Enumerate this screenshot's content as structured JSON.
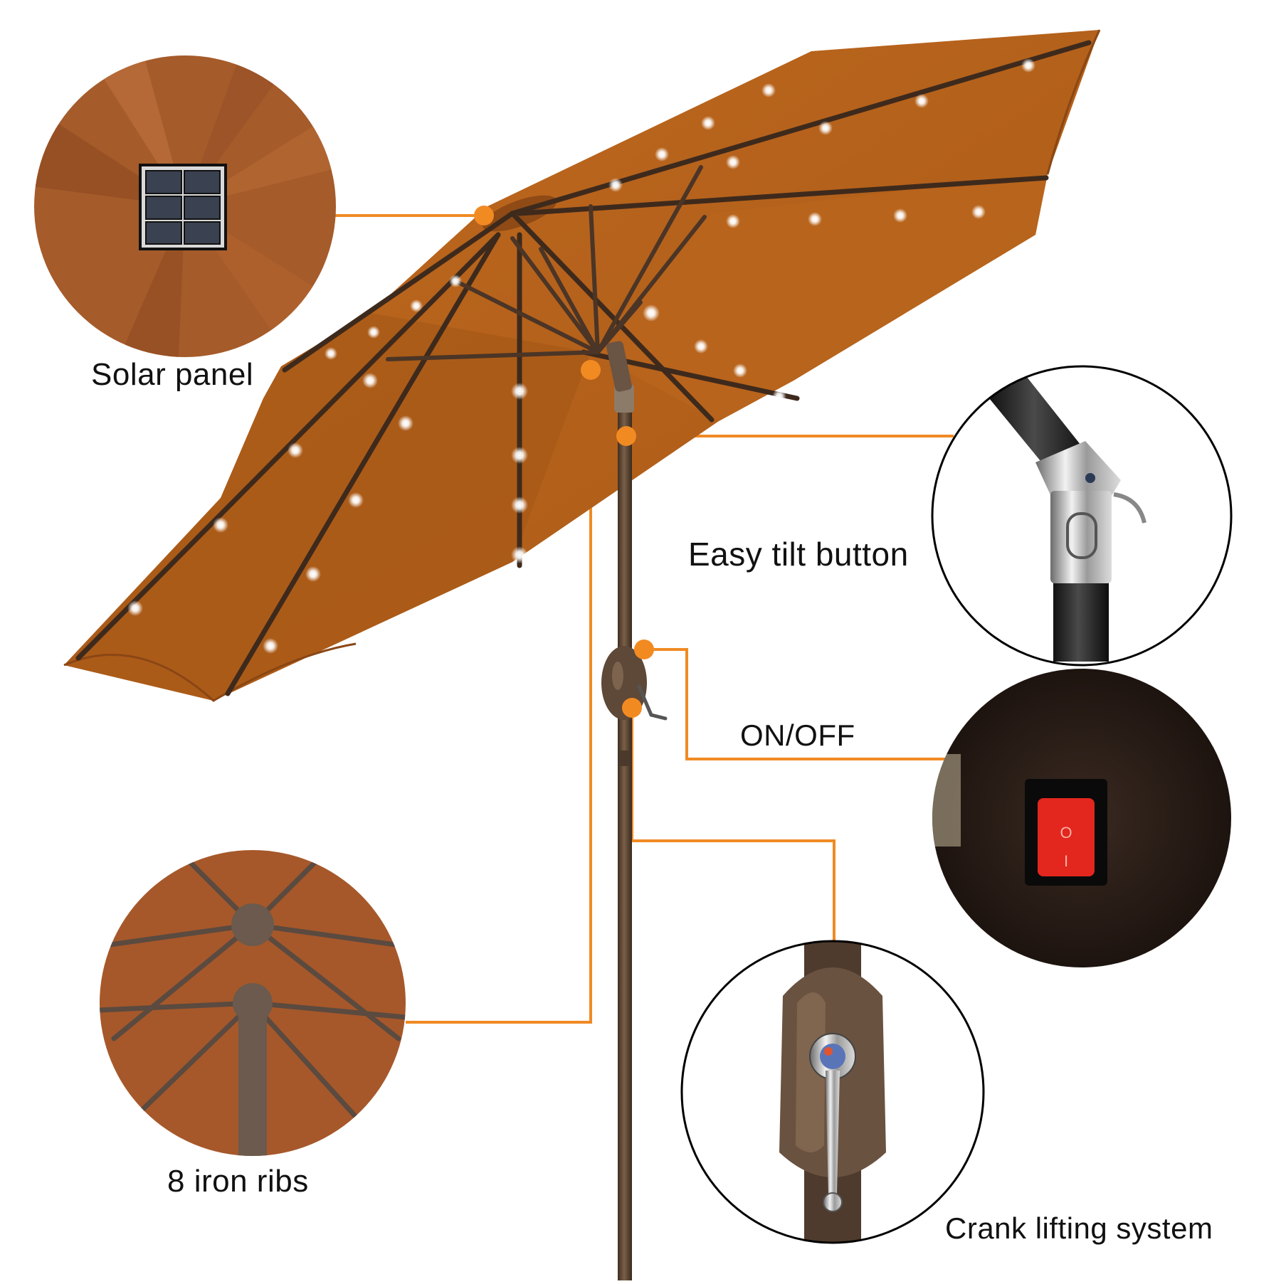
{
  "colors": {
    "canopy": "#b5621b",
    "canopy_shade": "#8a4614",
    "rib": "#3e2a1c",
    "pole": "#5a4433",
    "callout_line": "#f08a24",
    "callout_dot": "#f28a22",
    "led": "#ffffff",
    "switch_red": "#e3261e"
  },
  "callouts": {
    "solar_panel": "Solar panel",
    "easy_tilt_button": "Easy tilt button",
    "on_off": "ON/OFF",
    "iron_ribs": "8 iron ribs",
    "crank_lifting": "Crank lifting system"
  },
  "switch_marks": {
    "on": "I",
    "off": "O"
  }
}
